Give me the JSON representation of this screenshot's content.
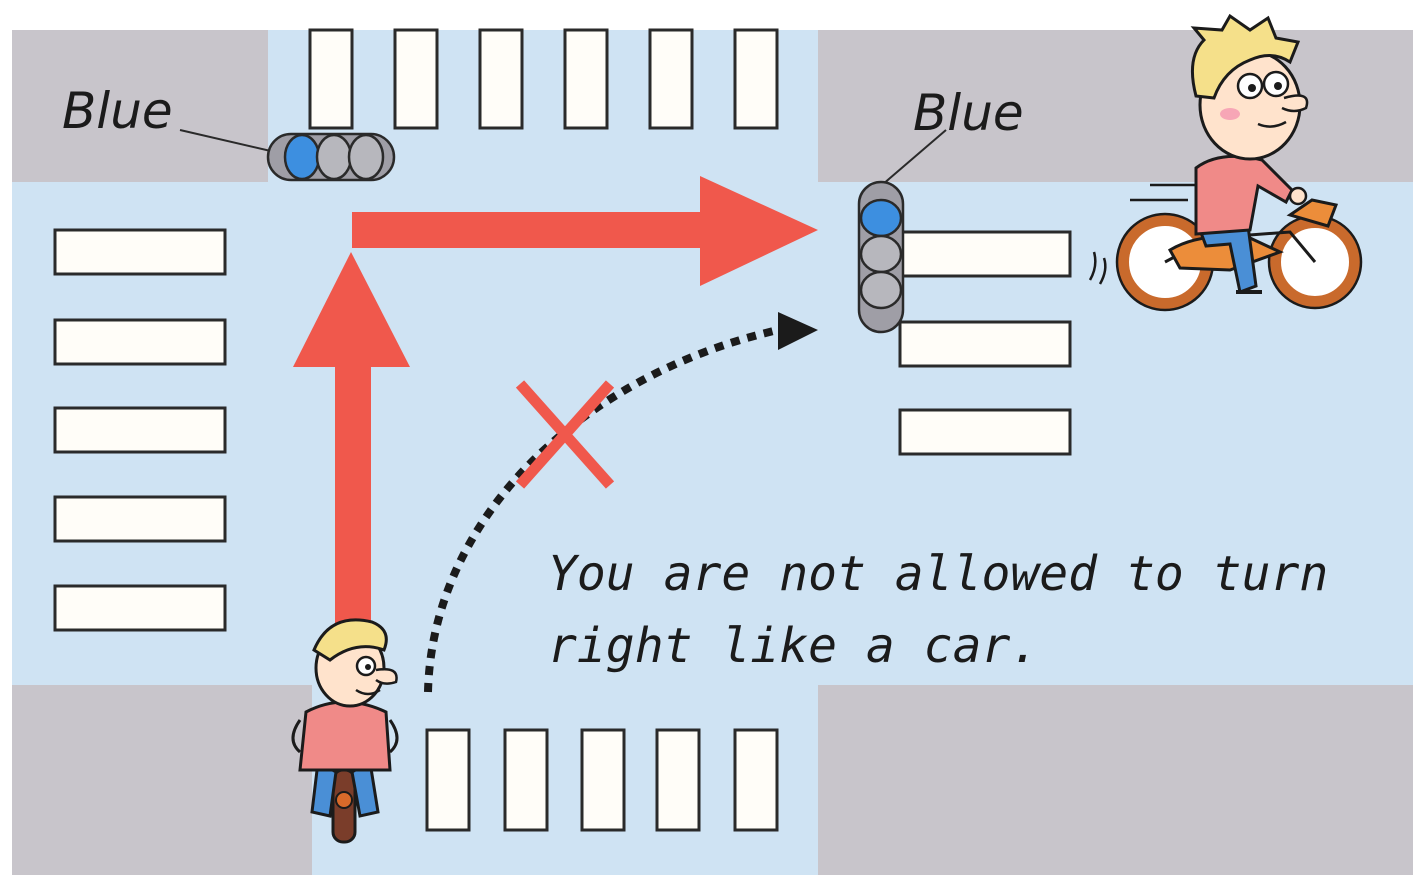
{
  "signals": {
    "left_label": "Blue",
    "right_label": "Blue"
  },
  "caption": {
    "line1": "You are not allowed to turn",
    "line2": "right like a car."
  },
  "colors": {
    "road": "#cfe3f3",
    "block": "#c8c5cb",
    "crosswalk_fill": "#fffdf8",
    "arrow": "#f0584c",
    "light_blue": "#3d8fe0",
    "light_gray": "#b7b7bd",
    "cross_mark": "#f0584c"
  },
  "figures": {
    "cyclist_icon": "cyclist-seen-from-behind-icon",
    "motorcyclist_icon": "motorcyclist-riding-right-icon"
  }
}
